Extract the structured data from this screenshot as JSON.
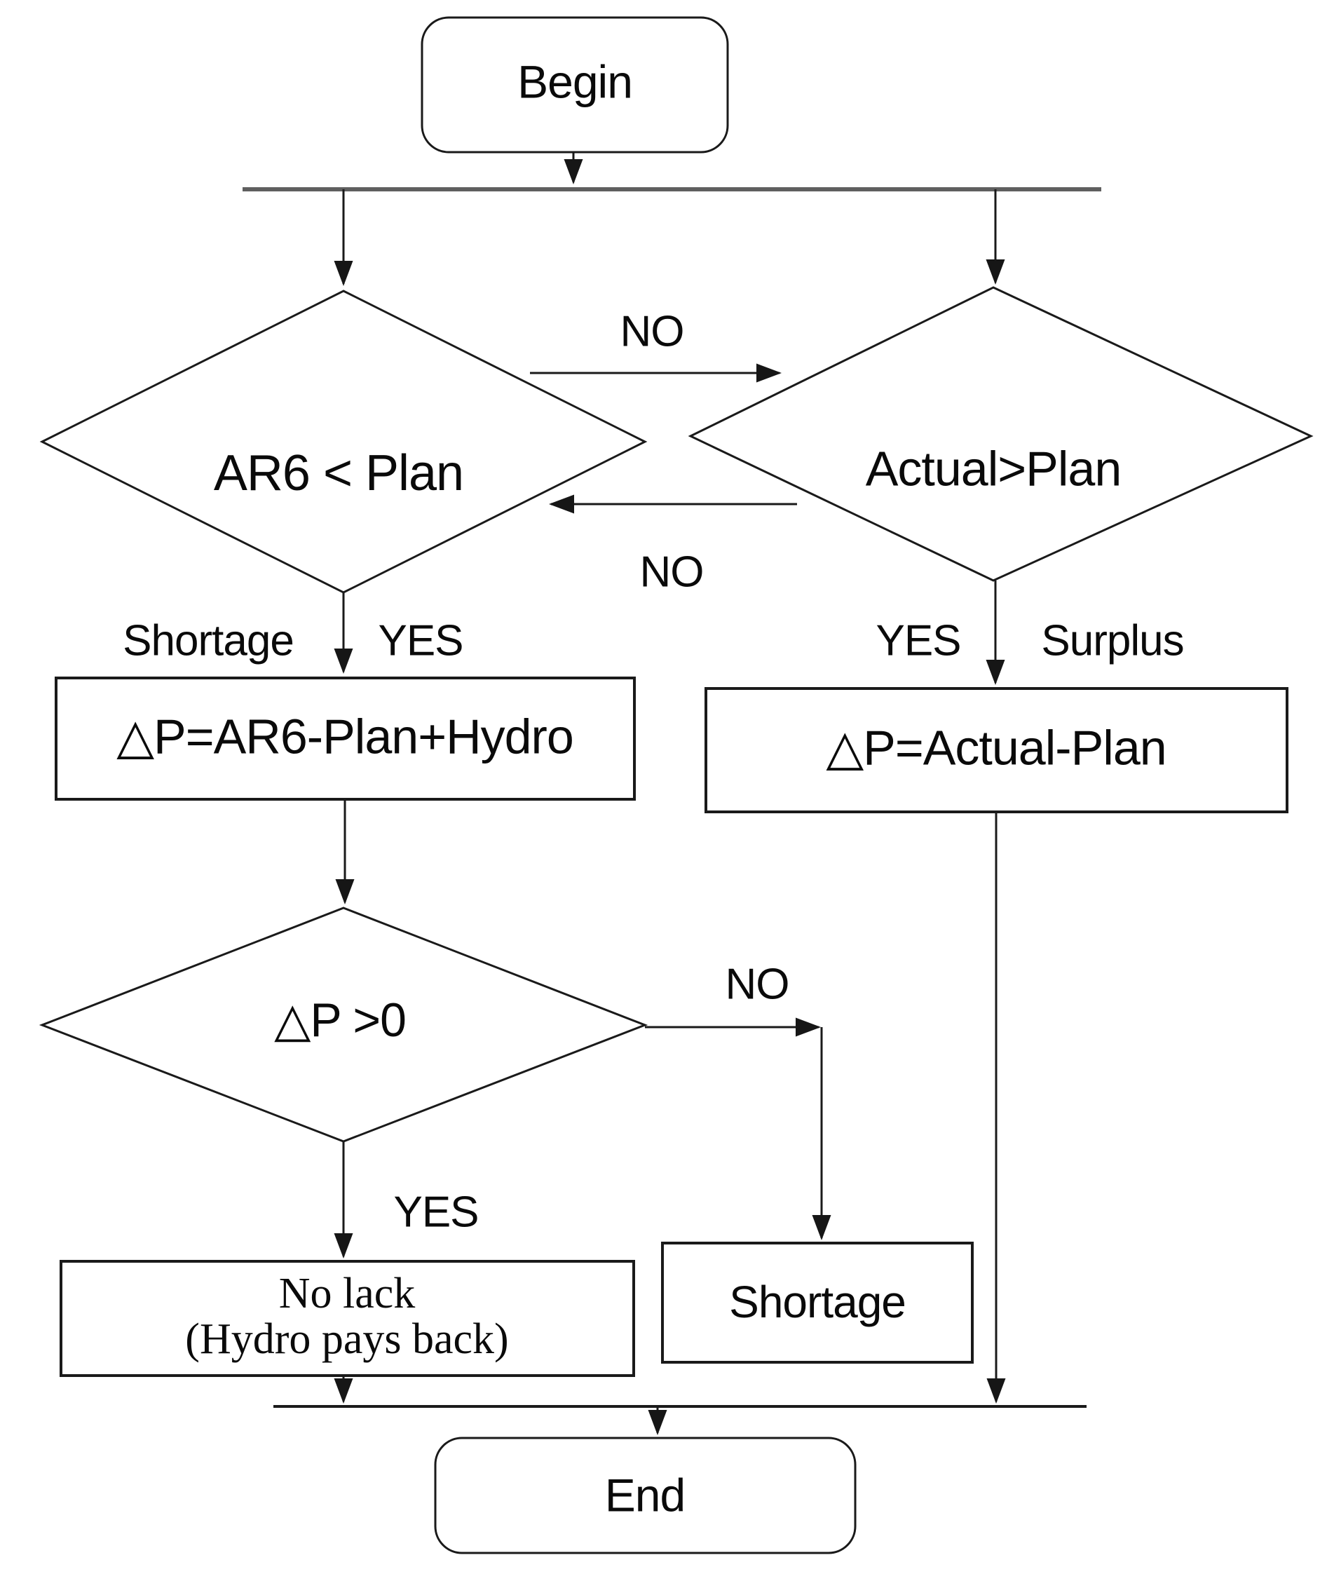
{
  "diagram": {
    "background": "#ffffff",
    "line_color": "#1a1a1a",
    "divider_color": "#5f5f5f",
    "nodes": {
      "begin": {
        "label": "Begin",
        "type": "terminator"
      },
      "ar6_check": {
        "label": "AR6 < Plan",
        "type": "decision"
      },
      "actual_check": {
        "label": "Actual>Plan",
        "type": "decision"
      },
      "shortage_formula": {
        "label": "△P=AR6-Plan+Hydro",
        "type": "process"
      },
      "surplus_formula": {
        "label": "△P=Actual-Plan",
        "type": "process"
      },
      "dp_check": {
        "label": "△P >0",
        "type": "decision"
      },
      "no_lack": {
        "line1": "No lack",
        "line2": "(Hydro pays back)",
        "type": "process"
      },
      "shortage_result": {
        "label": "Shortage",
        "type": "process"
      },
      "end": {
        "label": "End",
        "type": "terminator"
      }
    },
    "edge_labels": {
      "ar6_no": "NO",
      "actual_no": "NO",
      "ar6_shortage": "Shortage",
      "ar6_yes": "YES",
      "actual_yes": "YES",
      "actual_surplus": "Surplus",
      "dp_no": "NO",
      "dp_yes": "YES"
    }
  }
}
